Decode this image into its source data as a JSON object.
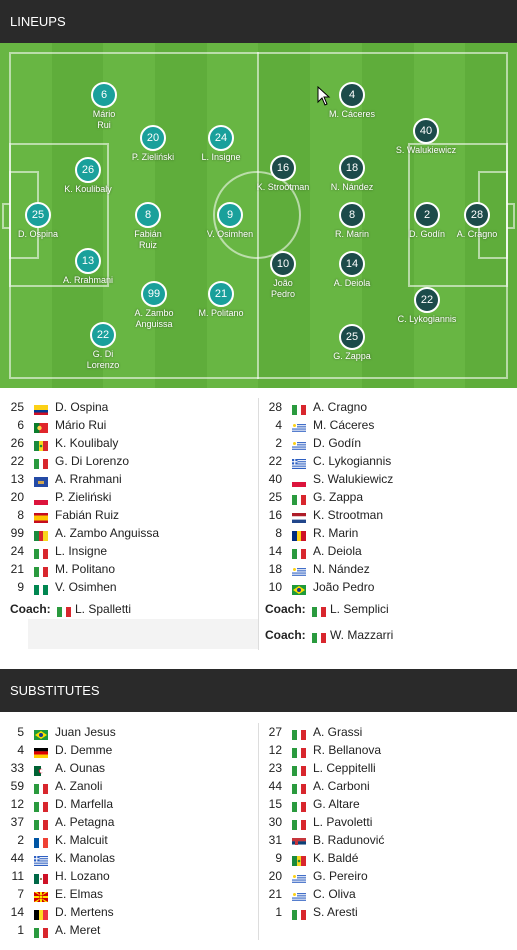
{
  "lineups_header": "LINEUPS",
  "substitutes_header": "SUBSTITUTES",
  "home_players": [
    {
      "num": "25",
      "name": "D. Ospina"
    },
    {
      "num": "6",
      "name": "Mário Rui"
    },
    {
      "num": "26",
      "name": "K. Koulibaly"
    },
    {
      "num": "22",
      "name": "G. Di Lorenzo"
    },
    {
      "num": "13",
      "name": "A. Rrahmani"
    },
    {
      "num": "20",
      "name": "P. Zieliński"
    },
    {
      "num": "8",
      "name": "Fabián Ruiz"
    },
    {
      "num": "99",
      "name": "A. Zambo Anguissa"
    },
    {
      "num": "24",
      "name": "L. Insigne"
    },
    {
      "num": "21",
      "name": "M. Politano"
    },
    {
      "num": "9",
      "name": "V. Osimhen"
    }
  ],
  "away_players": [
    {
      "num": "28",
      "name": "A. Cragno"
    },
    {
      "num": "4",
      "name": "M. Cáceres"
    },
    {
      "num": "2",
      "name": "D. Godín"
    },
    {
      "num": "22",
      "name": "C. Lykogiannis"
    },
    {
      "num": "40",
      "name": "S. Walukiewicz"
    },
    {
      "num": "25",
      "name": "G. Zappa"
    },
    {
      "num": "16",
      "name": "K. Strootman"
    },
    {
      "num": "8",
      "name": "R. Marin"
    },
    {
      "num": "14",
      "name": "A. Deiola"
    },
    {
      "num": "18",
      "name": "N. Nández"
    },
    {
      "num": "10",
      "name": "João Pedro"
    }
  ],
  "pitch_home": [
    {
      "num": "25",
      "label": [
        "D. Ospina"
      ]
    },
    {
      "num": "6",
      "label": [
        "Mário",
        "Rui"
      ]
    },
    {
      "num": "26",
      "label": [
        "K. Koulibaly"
      ]
    },
    {
      "num": "13",
      "label": [
        "A. Rrahmani"
      ]
    },
    {
      "num": "22",
      "label": [
        "G. Di",
        "Lorenzo"
      ]
    },
    {
      "num": "20",
      "label": [
        "P. Zieliński"
      ]
    },
    {
      "num": "8",
      "label": [
        "Fabián",
        "Ruiz"
      ]
    },
    {
      "num": "99",
      "label": [
        "A. Zambo",
        "Anguissa"
      ]
    },
    {
      "num": "24",
      "label": [
        "L. Insigne"
      ]
    },
    {
      "num": "9",
      "label": [
        "V. Osimhen"
      ]
    },
    {
      "num": "21",
      "label": [
        "M. Politano"
      ]
    }
  ],
  "pitch_away": [
    {
      "num": "28",
      "label": [
        "A. Cragno"
      ]
    },
    {
      "num": "2",
      "label": [
        "D. Godín"
      ]
    },
    {
      "num": "40",
      "label": [
        "S. Walukiewicz"
      ]
    },
    {
      "num": "22",
      "label": [
        "C. Lykogiannis"
      ]
    },
    {
      "num": "4",
      "label": [
        "M. Cáceres"
      ]
    },
    {
      "num": "18",
      "label": [
        "N. Nández"
      ]
    },
    {
      "num": "8",
      "label": [
        "R. Marin"
      ]
    },
    {
      "num": "14",
      "label": [
        "A. Deiola"
      ]
    },
    {
      "num": "25",
      "label": [
        "G. Zappa"
      ]
    },
    {
      "num": "16",
      "label": [
        "K. Strootman"
      ]
    },
    {
      "num": "10",
      "label": [
        "João",
        "Pedro"
      ]
    }
  ],
  "coach_label": "Coach:",
  "home_coach": "L. Spalletti",
  "away_coaches": [
    "L. Semplici",
    "W. Mazzarri"
  ],
  "home_subs": [
    {
      "num": "5",
      "name": "Juan Jesus"
    },
    {
      "num": "4",
      "name": "D. Demme"
    },
    {
      "num": "33",
      "name": "A. Ounas"
    },
    {
      "num": "59",
      "name": "A. Zanoli"
    },
    {
      "num": "12",
      "name": "D. Marfella"
    },
    {
      "num": "37",
      "name": "A. Petagna"
    },
    {
      "num": "2",
      "name": "K. Malcuit"
    },
    {
      "num": "44",
      "name": "K. Manolas"
    },
    {
      "num": "11",
      "name": "H. Lozano"
    },
    {
      "num": "7",
      "name": "E. Elmas"
    },
    {
      "num": "14",
      "name": "D. Mertens"
    },
    {
      "num": "1",
      "name": "A. Meret"
    }
  ],
  "away_subs": [
    {
      "num": "27",
      "name": "A. Grassi"
    },
    {
      "num": "12",
      "name": "R. Bellanova"
    },
    {
      "num": "23",
      "name": "L. Ceppitelli"
    },
    {
      "num": "44",
      "name": "A. Carboni"
    },
    {
      "num": "15",
      "name": "G. Altare"
    },
    {
      "num": "30",
      "name": "L. Pavoletti"
    },
    {
      "num": "31",
      "name": "B. Radunović"
    },
    {
      "num": "9",
      "name": "K. Baldé"
    },
    {
      "num": "20",
      "name": "G. Pereiro"
    },
    {
      "num": "21",
      "name": "C. Oliva"
    },
    {
      "num": "1",
      "name": "S. Aresti"
    }
  ],
  "colors": {
    "header_bg": "#2a2a2a",
    "pitch": "#5fad3b",
    "pitch_stripe": "#68b643",
    "home_dot": "#1aa09b",
    "away_dot": "#1c4b4a"
  },
  "flags": {
    "home": [
      "colombia",
      "portugal",
      "senegal",
      "italy",
      "kosovo",
      "poland",
      "spain",
      "cameroon",
      "italy",
      "italy",
      "nigeria"
    ],
    "away": [
      "italy",
      "uruguay",
      "uruguay",
      "greece",
      "poland",
      "italy",
      "netherlands",
      "romania",
      "italy",
      "uruguay",
      "brazil"
    ],
    "home_coach": "italy",
    "away_coaches": [
      "italy",
      "italy"
    ],
    "home_subs": [
      "brazil",
      "germany",
      "algeria",
      "italy",
      "italy",
      "italy",
      "france",
      "greece",
      "mexico",
      "north-macedonia",
      "belgium",
      "italy"
    ],
    "away_subs": [
      "italy",
      "italy",
      "italy",
      "italy",
      "italy",
      "italy",
      "serbia",
      "senegal",
      "uruguay",
      "uruguay",
      "italy"
    ]
  }
}
